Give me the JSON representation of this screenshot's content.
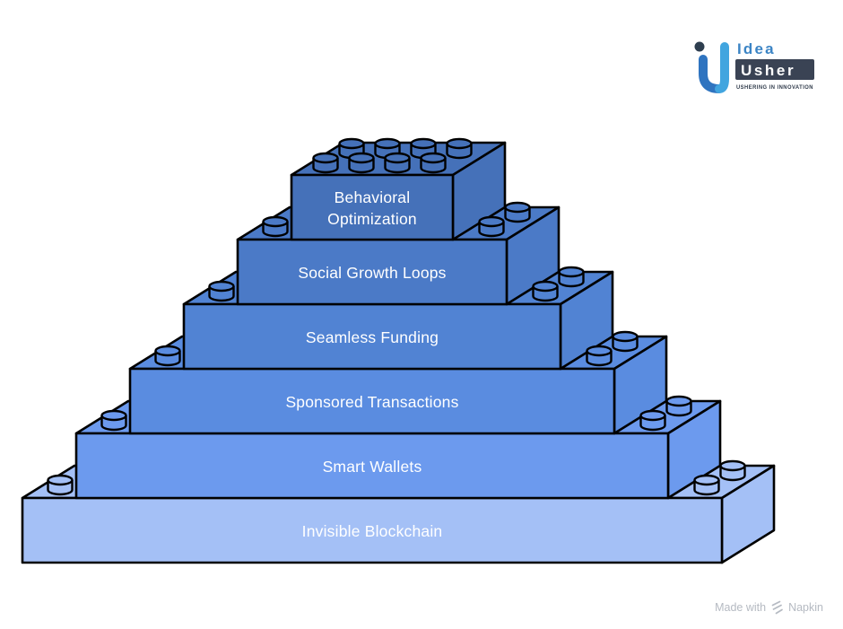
{
  "page": {
    "background": "#FFFFFF"
  },
  "logo": {
    "brand_line1": "Idea",
    "brand_line2": "Usher",
    "tagline": "USHERING IN INNOVATION",
    "colors": {
      "dot": "#2E3E4F",
      "mark_left": "#2F74C0",
      "mark_right": "#41A5DF",
      "idea_text": "#3B84C5",
      "usher_bg": "#3A4354",
      "usher_text": "#FFFFFF",
      "tagline_text": "#2F3A4A"
    }
  },
  "diagram": {
    "type": "lego-brick-pyramid",
    "outline_color": "#000000",
    "label_color": "#FFFFFF",
    "levels": [
      {
        "label": "Behavioral Optimization",
        "line1": "Behavioral",
        "line2": "Optimization",
        "color": "#4571B9"
      },
      {
        "label": "Social Growth Loops",
        "color": "#4B7AC7"
      },
      {
        "label": "Seamless Funding",
        "color": "#5183D3"
      },
      {
        "label": "Sponsored Transactions",
        "color": "#5A8CE0"
      },
      {
        "label": "Smart Wallets",
        "color": "#6C9AEE"
      },
      {
        "label": "Invisible Blockchain",
        "color": "#A4C0F6"
      }
    ]
  },
  "watermark": {
    "prefix": "Made with",
    "brand": "Napkin",
    "color": "#B5BAC2"
  }
}
